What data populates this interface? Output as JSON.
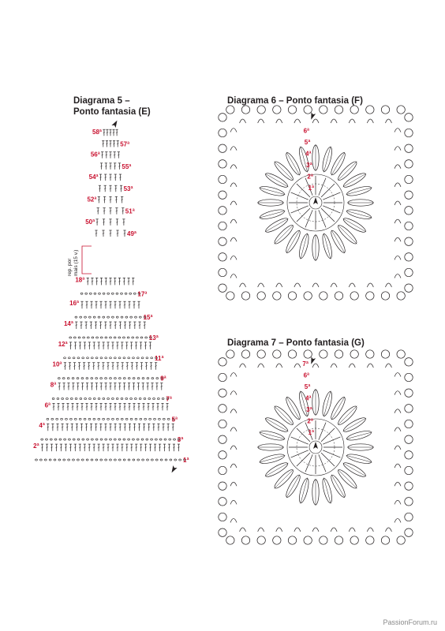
{
  "diagram5": {
    "title_line1": "Diagrama 5 –",
    "title_line2": "Ponto fantasia (E)",
    "rows": [
      "1ª",
      "2ª",
      "3ª",
      "4ª",
      "5ª",
      "6ª",
      "7ª",
      "8ª",
      "9ª",
      "10ª",
      "11ª",
      "12ª",
      "13ª",
      "14ª",
      "15ª",
      "16ª",
      "17ª",
      "18ª",
      "49ª",
      "50ª",
      "51ª",
      "52ª",
      "53ª",
      "54ª",
      "55ª",
      "56ª",
      "57ª",
      "58ª"
    ],
    "repeat_line1": "rep. por",
    "repeat_line2": "mais (15 v.)"
  },
  "diagram6": {
    "title": "Diagrama 6 – Ponto fantasia (F)",
    "rows": [
      "1ª",
      "2ª",
      "3ª",
      "4ª",
      "5ª",
      "6ª"
    ]
  },
  "diagram7": {
    "title": "Diagrama 7 – Ponto fantasia (G)",
    "rows": [
      "1ª",
      "2ª",
      "3ª",
      "4ª",
      "5ª",
      "6ª",
      "7ª"
    ]
  },
  "watermark": "PassionForum.ru",
  "colors": {
    "ink": "#231f20",
    "row_number": "#c8102e"
  }
}
